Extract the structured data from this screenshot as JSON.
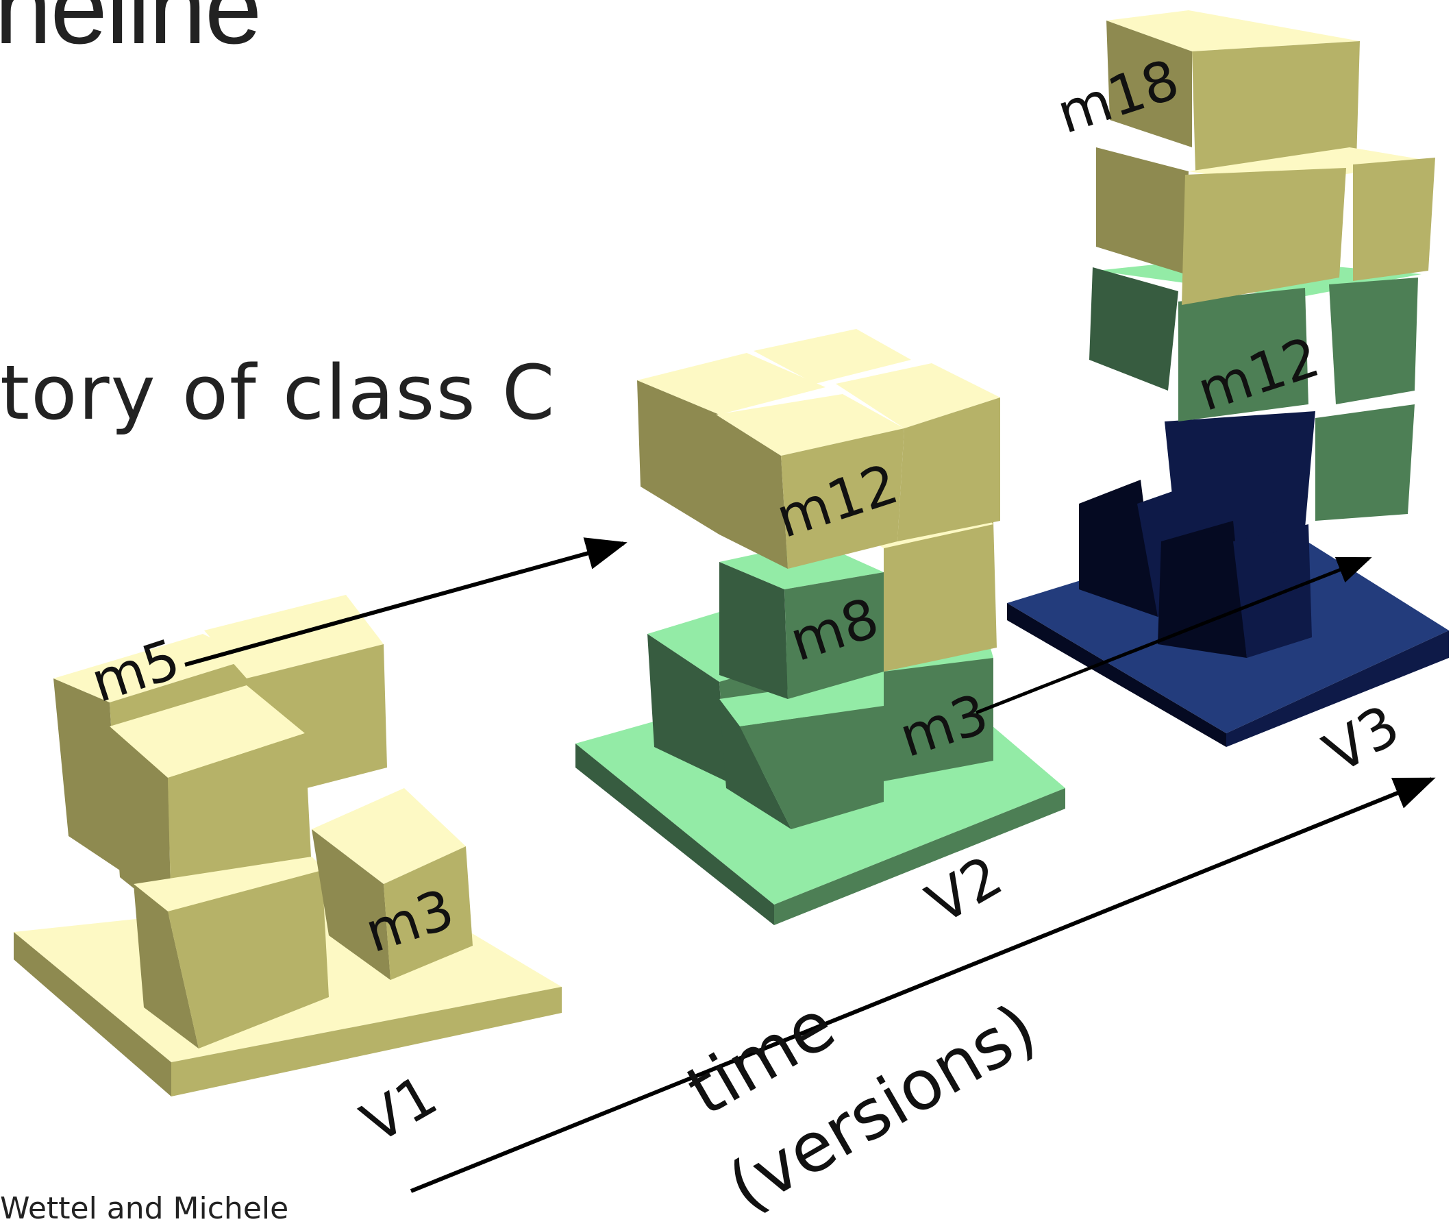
{
  "slide": {
    "title_fragment": "neline",
    "subtitle_fragment": "tory of class C",
    "footer_fragment": "Wettel and Michele"
  },
  "colors": {
    "yellow_top": "#fdf9c4",
    "yellow_front": "#b6b268",
    "yellow_side": "#8e8a50",
    "green_top": "#93eba6",
    "green_front": "#4d7f55",
    "green_side": "#375c40",
    "navy_top": "#233c7c",
    "navy_front": "#0e1a48",
    "navy_side": "#050a22",
    "arrow": "#000000"
  },
  "versions": [
    {
      "label": "V1",
      "methods": [
        "m5",
        "m3"
      ]
    },
    {
      "label": "V2",
      "methods": [
        "m12",
        "m8",
        "m3"
      ]
    },
    {
      "label": "V3",
      "methods": [
        "m18",
        "m12"
      ]
    }
  ],
  "time_axis": {
    "line1": "time",
    "line2": "(versions)"
  }
}
